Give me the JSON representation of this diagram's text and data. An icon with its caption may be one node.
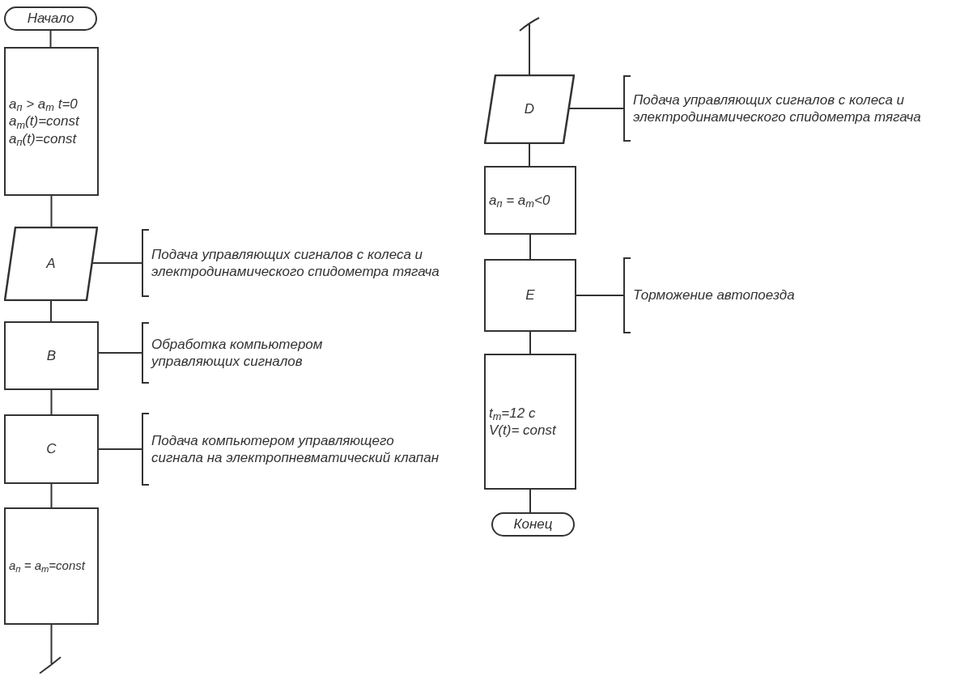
{
  "diagram": {
    "nodes": [
      {
        "text": [
          "Начало"
        ]
      },
      {
        "text": [
          "a$_{п}$ > a$_{т}$ t=0 a$_{т}$(t)=const a$_{п}$(t)=const"
        ]
      },
      {
        "text": [
          "A"
        ]
      },
      {
        "text": [
          "Подача управляющих сигналов с колеса и электродинамического спидометра тягача"
        ]
      },
      {
        "text": [
          "B"
        ]
      },
      {
        "text": [
          "Обработка компьютером управляющих сигналов"
        ]
      },
      {
        "text": [
          "C"
        ]
      },
      {
        "text": [
          "Подача компьютером управляющего сигнала на электропневматический клапан"
        ]
      },
      {
        "text": [
          "a$_{п}$ = a$_{т}$=const"
        ]
      },
      {
        "text": [
          "D"
        ]
      },
      {
        "text": [
          "Подача управляющих сигналов с колеса и электродинамического спидометра тягача"
        ]
      },
      {
        "text": [
          "a$_{п}$ = a$_{т}$<0"
        ]
      },
      {
        "text": [
          "E"
        ]
      },
      {
        "text": [
          "Торможение автопоезда"
        ]
      },
      {
        "text": [
          "t$_{т}$=12 с V(t)= const"
        ]
      },
      {
        "text": [
          "Конец"
        ]
      }
    ],
    "edges": [
      {
        "from": 0,
        "to": 1,
        "arrow": "none"
      },
      {
        "from": 1,
        "to": 2,
        "arrow": "none"
      },
      {
        "from": 2,
        "to": 4,
        "arrow": "none"
      },
      {
        "from": 4,
        "to": 6,
        "arrow": "none"
      },
      {
        "from": 6,
        "to": 8,
        "arrow": "none"
      },
      {
        "from": 8,
        "to": null,
        "arrow": "none"
      },
      {
        "from": null,
        "to": 9,
        "arrow": "none"
      },
      {
        "from": 9,
        "to": 11,
        "arrow": "none"
      },
      {
        "from": 11,
        "to": 12,
        "arrow": "none"
      },
      {
        "from": 12,
        "to": 14,
        "arrow": "none"
      },
      {
        "from": 14,
        "to": 15,
        "arrow": "none"
      },
      {
        "from": 2,
        "to": 3,
        "arrow": "none"
      },
      {
        "from": 4,
        "to": 5,
        "arrow": "none"
      },
      {
        "from": 6,
        "to": 7,
        "arrow": "none"
      },
      {
        "from": 9,
        "to": 10,
        "arrow": "none"
      },
      {
        "from": 12,
        "to": 13,
        "arrow": "none"
      }
    ]
  }
}
